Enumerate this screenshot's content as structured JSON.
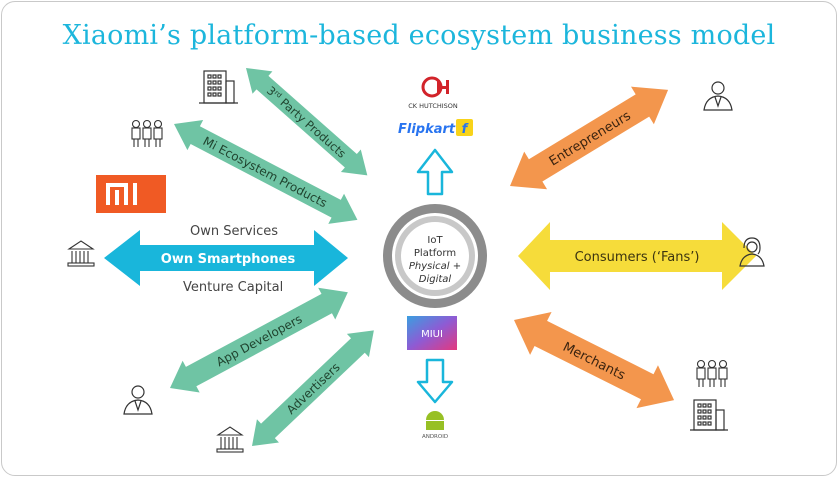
{
  "title": "Xiaomi’s platform-based ecosystem business model",
  "center": {
    "line1": "IoT",
    "line2": "Platform",
    "line3": "Physical +",
    "line4": "Digital"
  },
  "arrows": {
    "third_party_a": "3",
    "third_party_b": "rd",
    "third_party_c": " Party Products",
    "mi_ecosystem": "Mi Ecosystem Products",
    "own_smartphones": "Own Smartphones",
    "app_developers": "App Developers",
    "advertisers": "Advertisers",
    "entrepreneurs": "Entrepreneurs",
    "consumers": "Consumers (‘Fans’)",
    "merchants": "Merchants"
  },
  "side_labels": {
    "own_services": "Own Services",
    "venture_capital": "Venture Capital"
  },
  "logos": {
    "mi": "mi",
    "ck_hutchison": "CK HUTCHISON",
    "flipkart": "Flipkart",
    "miui": "MIUI",
    "android": "ANDROID"
  },
  "colors": {
    "title": "#1cb6dc",
    "green_arrow": "#6fc4a4",
    "orange_arrow": "#f3964d",
    "yellow_arrow": "#f6dc3a",
    "blue_arrow": "#19b6db",
    "mi_red": "#f05a24",
    "circle_gray": "#8c8c8c"
  }
}
